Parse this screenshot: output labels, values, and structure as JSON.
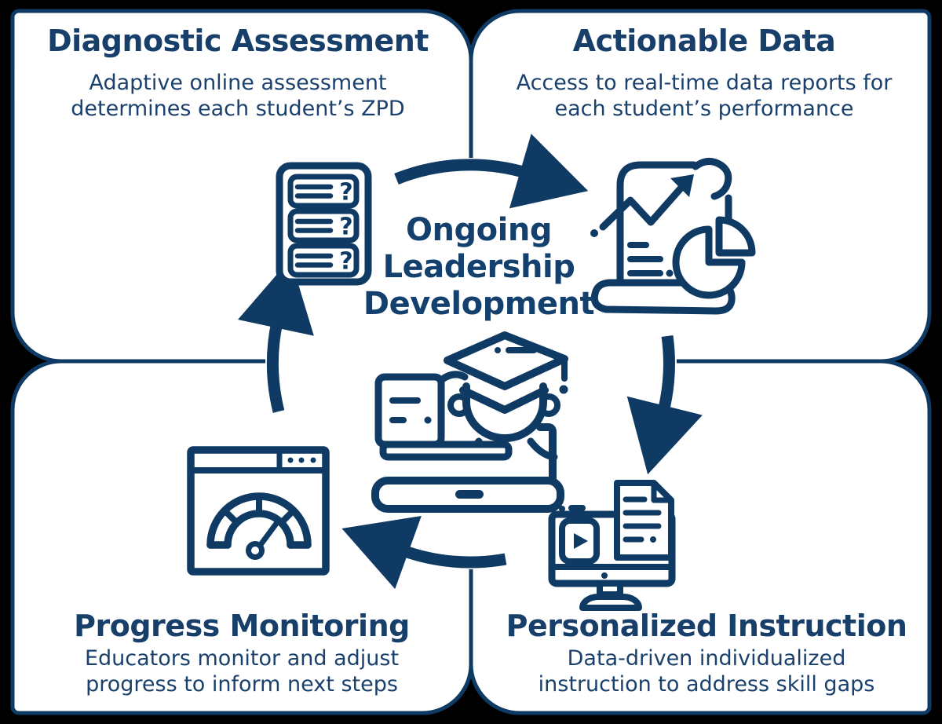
{
  "diagram_title_lines": [
    "Ongoing",
    "Leadership",
    "Development"
  ],
  "quadrants": {
    "diagnostic_assessment": {
      "title": "Diagnostic Assessment",
      "desc_lines": [
        "Adaptive online assessment",
        "determines each student’s ZPD"
      ]
    },
    "actionable_data": {
      "title": "Actionable Data",
      "desc_lines": [
        "Access to real-time data reports for",
        "each student’s performance"
      ]
    },
    "progress_monitoring": {
      "title": "Progress Monitoring",
      "desc_lines": [
        "Educators monitor and adjust",
        "progress to inform next steps"
      ]
    },
    "personalized_instruction": {
      "title": "Personalized Instruction",
      "desc_lines": [
        "Data-driven individualized",
        "instruction to address skill gaps"
      ]
    }
  },
  "cycle_steps": [
    "Diagnostic Assessment",
    "Actionable Data",
    "Personalized Instruction",
    "Progress Monitoring"
  ],
  "flow": {
    "direction": "clockwise",
    "arrow_count": 4
  },
  "icons": {
    "survey": {
      "name": "survey-checklist-icon",
      "question_glyph": "?"
    },
    "report": {
      "name": "report-chart-icon"
    },
    "monitor": {
      "name": "video-monitor-icon"
    },
    "gauge": {
      "name": "gauge-browser-icon"
    },
    "graduate": {
      "name": "graduate-laptop-icon"
    }
  },
  "colors": {
    "background": "#000000",
    "card_fill": "#ffffff",
    "outline_navy": "#0f3a63",
    "text_navy": "#1a416d"
  }
}
